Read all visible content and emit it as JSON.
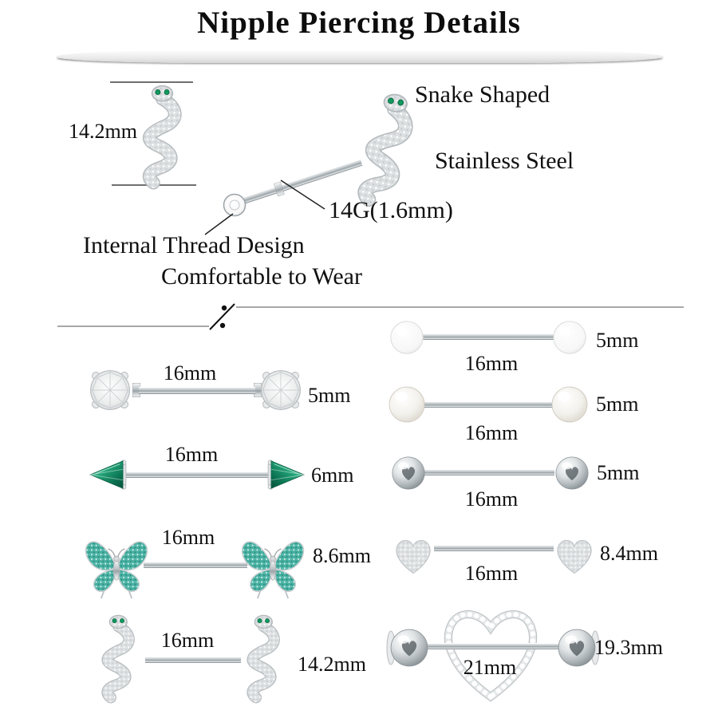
{
  "title": "Nipple Piercing Details",
  "hero": {
    "height_label": "14.2mm",
    "snake_shaped": "Snake Shaped",
    "stainless_steel": "Stainless Steel",
    "gauge_label": "14G(1.6mm)",
    "feature_internal_thread": "Internal Thread Design",
    "feature_comfortable": "Comfortable to Wear"
  },
  "left_items": [
    {
      "name": "round-cz-barbell",
      "length": "16mm",
      "size": "5mm"
    },
    {
      "name": "green-spike-barbell",
      "length": "16mm",
      "size": "6mm"
    },
    {
      "name": "butterfly-barbell",
      "length": "16mm",
      "size": "8.6mm"
    },
    {
      "name": "snake-barbell",
      "length": "16mm",
      "size": "14.2mm"
    }
  ],
  "right_items": [
    {
      "name": "white-ball-barbell",
      "length": "16mm",
      "size": "5mm"
    },
    {
      "name": "pearl-barbell",
      "length": "16mm",
      "size": "5mm"
    },
    {
      "name": "steel-ball-barbell",
      "length": "16mm",
      "size": "5mm"
    },
    {
      "name": "cz-heart-barbell",
      "length": "16mm",
      "size": "8.4mm"
    },
    {
      "name": "heart-shield-barbell",
      "length": "21mm",
      "size": "19.3mm"
    }
  ],
  "colors": {
    "emerald_green": "#12995f",
    "teal_glitter": "#49b0a2",
    "silver": "#c9ced2",
    "text": "#101010"
  }
}
